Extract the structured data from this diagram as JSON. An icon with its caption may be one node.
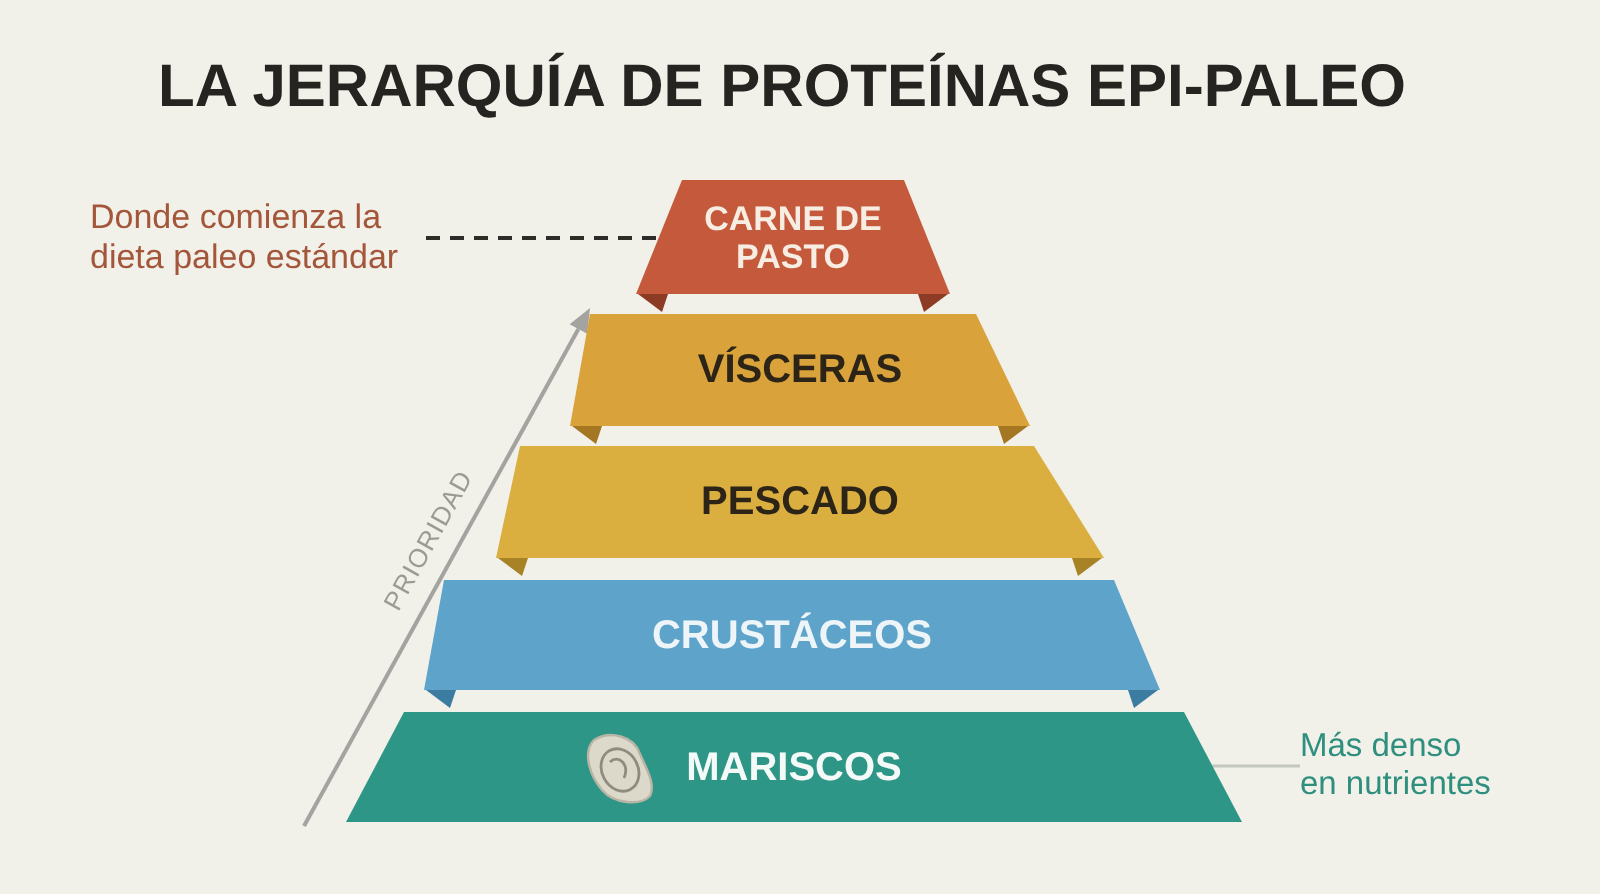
{
  "diagram": {
    "title": "LA JERARQUÍA DE PROTEÍNAS EPI-PALEO",
    "nodes": [
      {
        "text": [
          "Donde comienza la dieta paleo estándar"
        ]
      },
      {
        "text": [
          "CARNE DE PASTO"
        ]
      },
      {
        "text": [
          "VÍSCERAS"
        ]
      },
      {
        "text": [
          "PESCADO"
        ]
      },
      {
        "text": [
          "CRUSTÁCEOS"
        ]
      },
      {
        "text": [
          "MARISCOS"
        ]
      },
      {
        "text": [
          "Más denso en nutrientes"
        ]
      }
    ],
    "edges": [
      {
        "from": 0,
        "to": 1,
        "arrow": "none",
        "style": "dashed"
      },
      {
        "from": 6,
        "to": 5,
        "arrow": "none",
        "color": "#c3c8be"
      }
    ],
    "labels": [
      "PRIORIDAD"
    ]
  }
}
